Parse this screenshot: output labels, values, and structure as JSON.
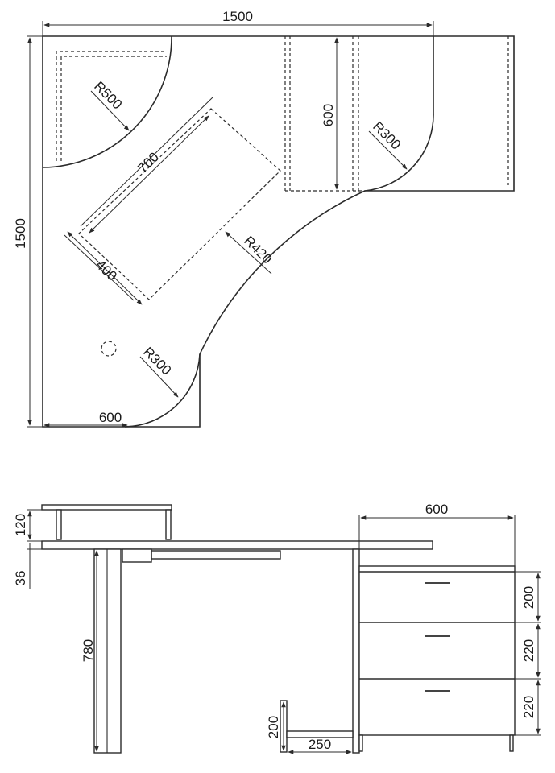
{
  "top_view": {
    "dim_width": "1500",
    "dim_depth": "1500",
    "dim_corner_radius": "R500",
    "dim_panel_width": "600",
    "dim_right_radius": "R300",
    "dim_keyboard_length": "700",
    "dim_keyboard_width": "400",
    "dim_inner_radius": "R420",
    "dim_bottom_radius": "R300",
    "dim_bottom_width": "600"
  },
  "front_view": {
    "dim_shelf_height": "120",
    "dim_top_thickness": "36",
    "dim_leg_height": "780",
    "dim_cabinet_width": "600",
    "dim_drawer_1": "200",
    "dim_drawer_2": "220",
    "dim_drawer_3": "220",
    "dim_foot_height": "200",
    "dim_foot_length": "250"
  }
}
